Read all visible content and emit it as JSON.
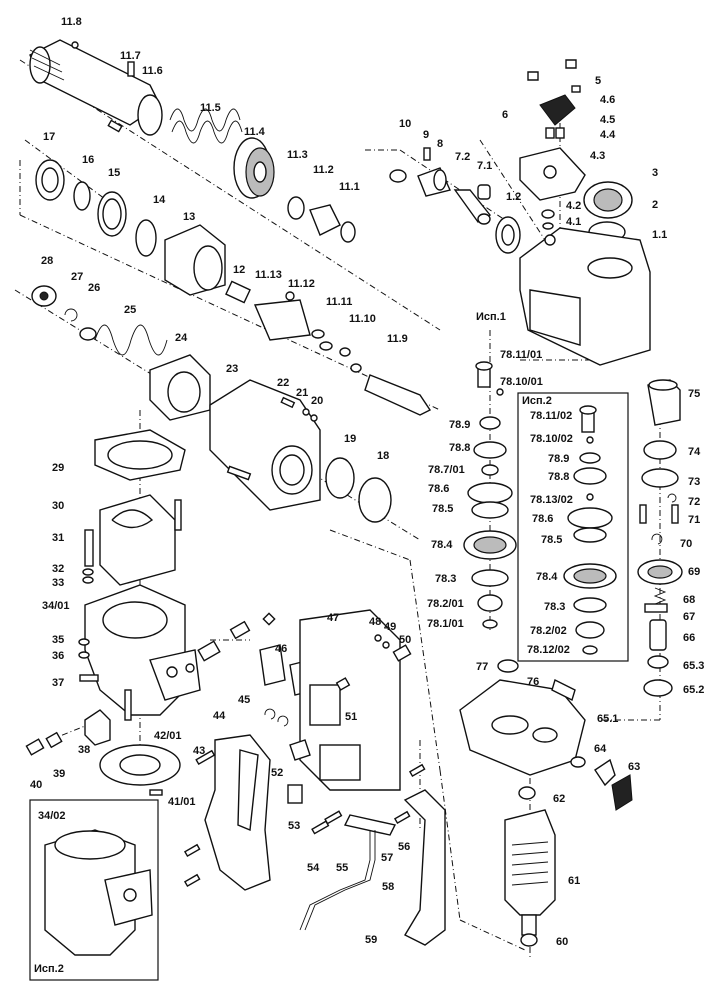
{
  "labels": {
    "l11_8": "11.8",
    "l11_7": "11.7",
    "l11_6": "11.6",
    "l11_5": "11.5",
    "l11_4": "11.4",
    "l11_3": "11.3",
    "l11_2": "11.2",
    "l11_1": "11.1",
    "l10": "10",
    "l9": "9",
    "l8": "8",
    "l7_2": "7.2",
    "l7_1": "7.1",
    "l1_2": "1.2",
    "l5": "5",
    "l6": "6",
    "l4_6": "4.6",
    "l4_5": "4.5",
    "l4_4": "4.4",
    "l4_3": "4.3",
    "l3": "3",
    "l4_2": "4.2",
    "l4_1": "4.1",
    "l2": "2",
    "l1_1": "1.1",
    "l17": "17",
    "l16": "16",
    "l15": "15",
    "l14": "14",
    "l13": "13",
    "l12": "12",
    "l11_13": "11.13",
    "l11_12": "11.12",
    "l11_11": "11.11",
    "l11_10": "11.10",
    "l11_9": "11.9",
    "l28": "28",
    "l27": "27",
    "l26": "26",
    "l25": "25",
    "l24": "24",
    "l23": "23",
    "l22": "22",
    "l21": "21",
    "l20": "20",
    "l19": "19",
    "l18": "18",
    "l29": "29",
    "l30": "30",
    "l31": "31",
    "l32": "32",
    "l33": "33",
    "l34_01": "34/01",
    "l35": "35",
    "l36": "36",
    "l37": "37",
    "l38": "38",
    "l39": "39",
    "l40": "40",
    "l42_01": "42/01",
    "l43": "43",
    "l41_01": "41/01",
    "l44": "44",
    "l45": "45",
    "l46": "46",
    "l47": "47",
    "l48": "48",
    "l49": "49",
    "l50": "50",
    "l51": "51",
    "l52": "52",
    "l53": "53",
    "l54": "54",
    "l55": "55",
    "l56": "56",
    "l57": "57",
    "l58": "58",
    "l59": "59",
    "l34_02": "34/02",
    "isp2a": "Исп.2",
    "isp1": "Исп.1",
    "l78_11_01": "78.11/01",
    "l78_10_01": "78.10/01",
    "l78_9": "78.9",
    "l78_8": "78.8",
    "l78_7_01": "78.7/01",
    "l78_6": "78.6",
    "l78_5": "78.5",
    "l78_4": "78.4",
    "l78_3": "78.3",
    "l78_2_01": "78.2/01",
    "l78_1_01": "78.1/01",
    "l77": "77",
    "isp2b": "Исп.2",
    "l78_11_02": "78.11/02",
    "l78_10_02": "78.10/02",
    "l78_9b": "78.9",
    "l78_8b": "78.8",
    "l78_13_02": "78.13/02",
    "l78_6b": "78.6",
    "l78_5b": "78.5",
    "l78_4b": "78.4",
    "l78_3b": "78.3",
    "l78_2_02": "78.2/02",
    "l78_12_02": "78.12/02",
    "l75": "75",
    "l74": "74",
    "l73": "73",
    "l72": "72",
    "l71": "71",
    "l70": "70",
    "l69": "69",
    "l68": "68",
    "l67": "67",
    "l66": "66",
    "l65_3": "65.3",
    "l65_2": "65.2",
    "l65_1": "65.1",
    "l76": "76",
    "l64": "64",
    "l63": "63",
    "l62": "62",
    "l61": "61",
    "l60": "60"
  }
}
